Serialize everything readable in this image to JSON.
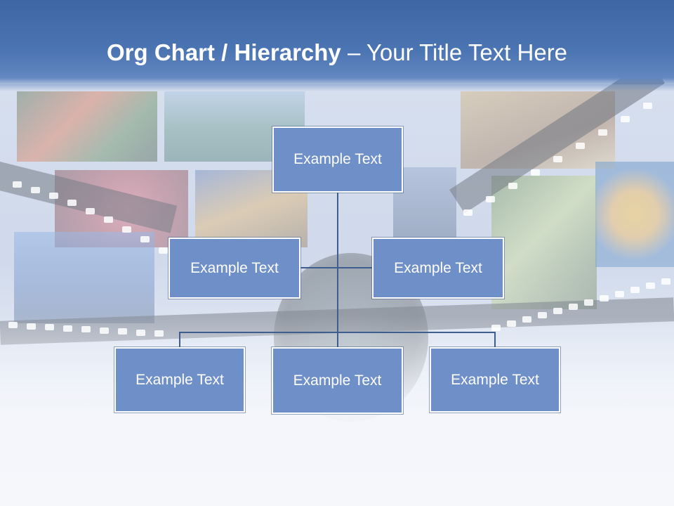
{
  "slide": {
    "title_bold": "Org Chart / Hierarchy",
    "title_dash": " – ",
    "title_rest": "Your Title Text Here"
  },
  "org_chart": {
    "root": "Example Text",
    "assistants": [
      "Example Text",
      "Example Text"
    ],
    "subordinates": [
      "Example Text",
      "Example Text",
      "Example Text"
    ]
  },
  "colors": {
    "header": "#4b74b2",
    "node_fill": "#6e8fc7",
    "node_border": "#ffffff",
    "connector": "#3f5d8f"
  }
}
